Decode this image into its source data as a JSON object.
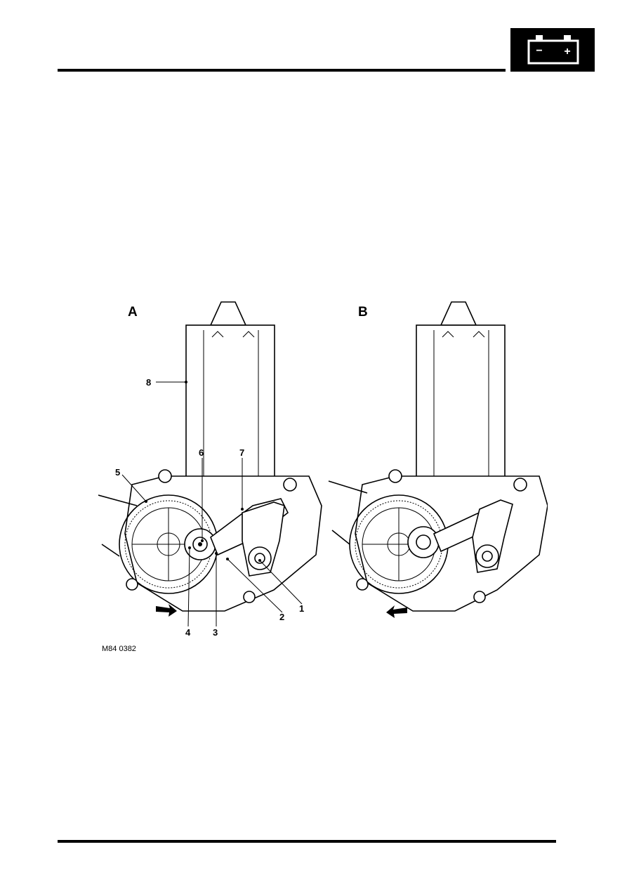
{
  "header": {
    "section_icon": "battery-icon",
    "battery_minus": "−",
    "battery_plus": "+"
  },
  "figure": {
    "panel_a_label": "A",
    "panel_b_label": "B",
    "figure_code": "M84 0382",
    "callouts": [
      "1",
      "2",
      "3",
      "4",
      "5",
      "6",
      "7",
      "8"
    ]
  }
}
